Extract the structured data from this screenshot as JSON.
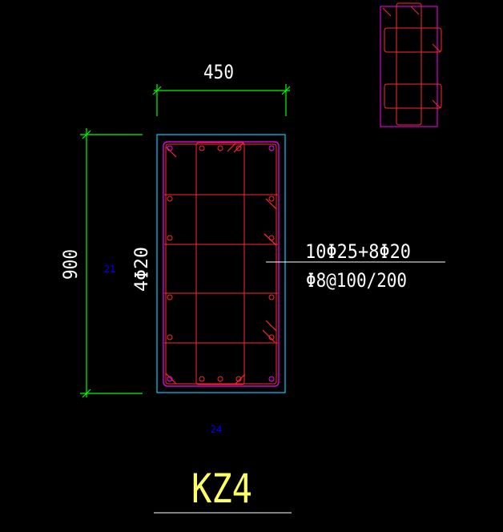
{
  "dimensions": {
    "width_label": "450",
    "height_label": "900"
  },
  "reinforcement": {
    "side_bars": "4Φ20",
    "main_bars": "10Φ25+8Φ20",
    "stirrups": "Φ8@100/200"
  },
  "markers": {
    "left": "21",
    "bottom": "24"
  },
  "title": {
    "label": "KZ4"
  },
  "colors": {
    "background": "#000000",
    "dimension": "#00ff00",
    "outline": "#00ccff",
    "stirrup": "#ff00ff",
    "rebar": "#ff2a2a",
    "text": "#ffffff",
    "marker": "#0000ff",
    "title": "#ffff66"
  }
}
